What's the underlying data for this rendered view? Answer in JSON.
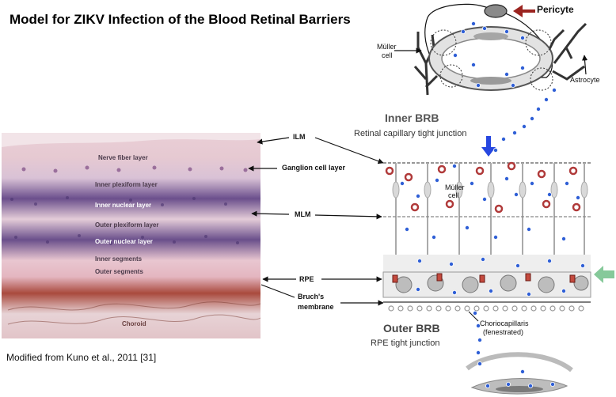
{
  "title": "Model for ZIKV Infection of the Blood Retinal Barriers",
  "citation": "Modified from Kuno et al., 2011 [31]",
  "top_diagram": {
    "pericyte": "Pericyte",
    "muller_cell_line1": "Müller",
    "muller_cell_line2": "cell",
    "astrocyte": "Astrocyte"
  },
  "histology_layers": [
    "Nerve fiber layer",
    "Inner plexiform layer",
    "Inner nuclear layer",
    "Outer plexiform layer",
    "Outer nuclear layer",
    "Inner segments",
    "Outer segments",
    "Choroid"
  ],
  "callouts": {
    "ilm": "ILM",
    "ganglion": "Ganglion cell layer",
    "mlm": "MLM",
    "rpe": "RPE",
    "bruchs_line1": "Bruch's",
    "bruchs_line2": "membrane"
  },
  "schematic": {
    "inner_brb": "Inner BRB",
    "inner_brb_sub": "Retinal capillary tight junction",
    "muller_line1": "Müller",
    "muller_line2": "cell",
    "outer_brb": "Outer BRB",
    "outer_brb_sub": "RPE tight junction",
    "chorio_line1": "Choriocapillaris",
    "chorio_line2": "(fenestrated)"
  },
  "colors": {
    "virus": "#2f5fd6",
    "pericyte_arrow": "#9b2420",
    "inner_arrow": "#2747e0",
    "outer_arrow": "#86c99a",
    "rbc": "#b03a3a"
  }
}
